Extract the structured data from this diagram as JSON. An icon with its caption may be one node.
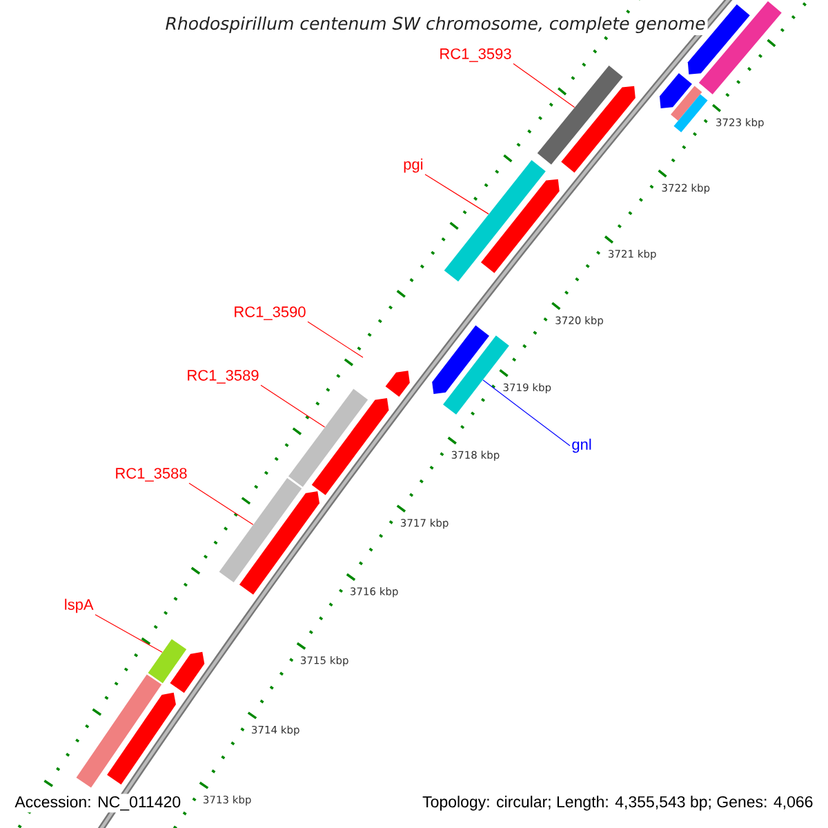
{
  "diagram": {
    "title": "Rhodospirillum centenum SW chromosome, complete genome",
    "nodes": [
      {
        "text": [
          "RC1_3593"
        ]
      },
      {
        "text": [],
        "shape": "bar"
      },
      {
        "text": [
          "pgi"
        ]
      },
      {
        "text": [],
        "shape": "bar"
      },
      {
        "text": [
          "RC1_3590"
        ]
      },
      {
        "text": [
          "RC1_3589"
        ]
      },
      {
        "text": [],
        "shape": "bar"
      },
      {
        "text": [
          "gnl"
        ]
      },
      {
        "text": [],
        "shape": "bar"
      },
      {
        "text": [
          "RC1_3588"
        ]
      },
      {
        "text": [],
        "shape": "bar"
      },
      {
        "text": [
          "lspA"
        ]
      },
      {
        "text": [],
        "shape": "bar"
      },
      {
        "text": [],
        "shape": "bar"
      },
      {
        "text": [],
        "shape": "bar"
      },
      {
        "text": [],
        "shape": "bar"
      },
      {
        "text": [],
        "shape": "bar"
      },
      {
        "text": [],
        "shape": "bar"
      },
      {
        "text": [],
        "shape": "bar"
      },
      {
        "text": [],
        "shape": "bar"
      },
      {
        "text": [],
        "shape": "bar"
      },
      {
        "text": [],
        "shape": "bar"
      },
      {
        "text": [],
        "shape": "bar"
      },
      {
        "text": [],
        "shape": "bar"
      },
      {
        "text": [],
        "shape": "bar"
      },
      {
        "text": [],
        "shape": "bar"
      },
      {
        "text": [],
        "shape": "bar"
      }
    ],
    "edges": [
      {
        "from": 0,
        "to": 1,
        "arrow": "none"
      },
      {
        "from": 2,
        "to": 3,
        "arrow": "none"
      },
      {
        "from": 4,
        "to": null,
        "arrow": "none"
      },
      {
        "from": 5,
        "to": 6,
        "arrow": "none"
      },
      {
        "from": 7,
        "to": 8,
        "arrow": "none",
        "color": "#0000ff"
      },
      {
        "from": 9,
        "to": 10,
        "arrow": "none"
      },
      {
        "from": 11,
        "to": 12,
        "arrow": "none"
      }
    ],
    "labels": [
      "3723 kbp",
      "3722 kbp",
      "3721 kbp",
      "3720 kbp",
      "3719 kbp",
      "3718 kbp",
      "3717 kbp",
      "3716 kbp",
      "3715 kbp",
      "3714 kbp",
      "3713 kbp",
      "Accession: NC_011420",
      "Topology: circular; Length: 4,355,543 bp; Genes: 4,066"
    ]
  }
}
